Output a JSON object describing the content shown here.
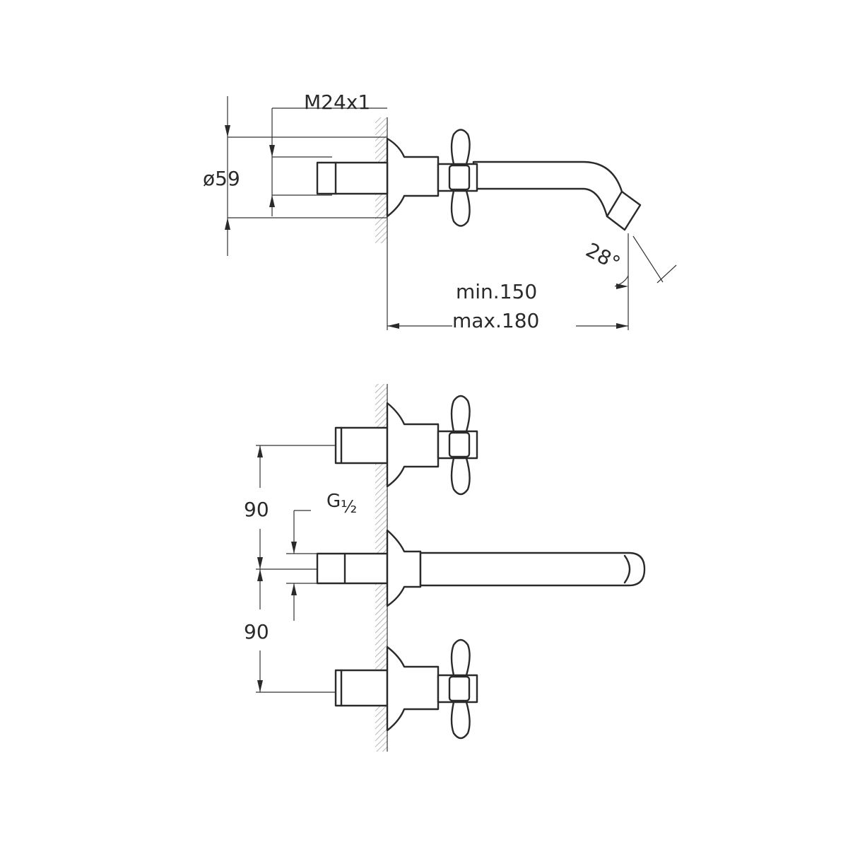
{
  "top_view": {
    "thread_label": "M24x1",
    "diameter_label": "ø59",
    "angle_label": "28°",
    "length_min_label": "min.150",
    "length_max_label": "max.180"
  },
  "front_view": {
    "spacing_upper_label": "90",
    "spacing_lower_label": "90",
    "connection_label_main": "G",
    "connection_label_fraction": "½"
  },
  "colors": {
    "line": "#2a2a2a",
    "wall_hatch": "#b8b8b8",
    "background": "#ffffff"
  }
}
